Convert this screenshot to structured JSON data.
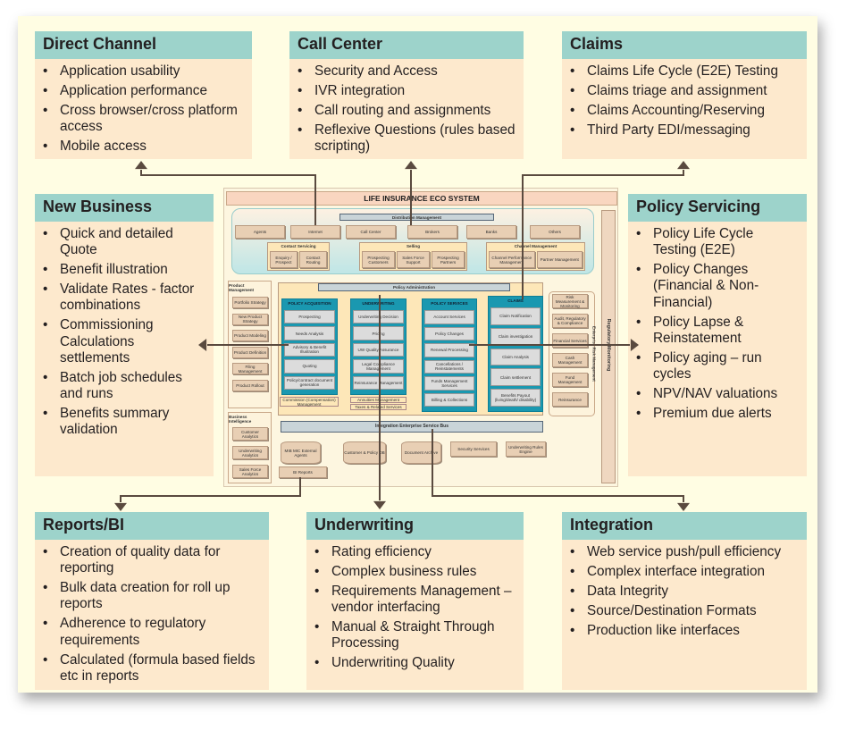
{
  "panels": {
    "direct_channel": {
      "title": "Direct Channel",
      "items": [
        "Application usability",
        "Application performance",
        "Cross browser/cross platform access",
        "Mobile access"
      ]
    },
    "call_center": {
      "title": "Call Center",
      "items": [
        "Security and Access",
        "IVR integration",
        "Call routing and assignments",
        "Reflexive Questions (rules based scripting)"
      ]
    },
    "claims": {
      "title": "Claims",
      "items": [
        "Claims Life Cycle (E2E) Testing",
        "Claims triage and assignment",
        "Claims Accounting/Reserving",
        "Third Party EDI/messaging"
      ]
    },
    "new_business": {
      "title": "New Business",
      "items": [
        "Quick and detailed Quote",
        "Benefit illustration",
        "Validate Rates - factor combinations",
        "Commissioning Calculations settlements",
        "Batch job schedules and runs",
        "Benefits summary validation"
      ]
    },
    "policy_servicing": {
      "title": "Policy Servicing",
      "items": [
        "Policy Life Cycle Testing (E2E)",
        "Policy Changes (Financial & Non-Financial)",
        "Policy Lapse & Reinstatement",
        "Policy aging – run cycles",
        "NPV/NAV valuations",
        "Premium due alerts"
      ]
    },
    "reports_bi": {
      "title": "Reports/BI",
      "items": [
        "Creation of quality data for reporting",
        "Bulk data creation for roll up reports",
        "Adherence to regulatory requirements",
        "Calculated (formula based fields etc in reports"
      ]
    },
    "underwriting": {
      "title": "Underwriting",
      "items": [
        "Rating efficiency",
        "Complex business rules",
        "Requirements Management – vendor interfacing",
        "Manual & Straight Through Processing",
        "Underwriting Quality"
      ]
    },
    "integration": {
      "title": "Integration",
      "items": [
        "Web service push/pull efficiency",
        "Complex interface integration",
        "Data Integrity",
        "Source/Destination Formats",
        "Production like interfaces"
      ]
    }
  },
  "eco": {
    "title": "LIFE INSURANCE ECO SYSTEM",
    "distribution": "Distribution Management",
    "channels": [
      "Agents",
      "Internet",
      "Call Center",
      "Brokers",
      "Banks",
      "Others"
    ],
    "contact_servicing": {
      "title": "Contact Servicing",
      "items": [
        "Enquiry / Prospect",
        "Contact Routing"
      ]
    },
    "selling": {
      "title": "Selling",
      "items": [
        "Prospecting Customers",
        "Sales Force Support",
        "Prospecting Partners"
      ]
    },
    "channel_mgmt": {
      "title": "Channel Management",
      "items": [
        "Channel Performance Management",
        "Partner Management"
      ]
    },
    "policy_admin": "Policy Administration",
    "product_mgmt": {
      "title": "Product Management",
      "items": [
        "Portfolio Strategy",
        "New Product Strategy",
        "Product Modeling",
        "Product Definition",
        "Filing Management",
        "Product Rollout"
      ]
    },
    "policy_acquisition": {
      "title": "POLICY ACQUISITION",
      "items": [
        "Prospecting",
        "Needs Analysis",
        "Advisory & Benefit Illustration",
        "Quoting",
        "Policy/contract document generation"
      ]
    },
    "underwriting": {
      "title": "UNDERWRITING",
      "items": [
        "Underwriting Decision",
        "Pricing",
        "UW Quality Assurance",
        "Legal Compliance Management",
        "Reinsurance Management"
      ]
    },
    "policy_services": {
      "title": "POLICY SERVICES",
      "items": [
        "Account Services",
        "Policy Changes",
        "Renewal Processing",
        "Cancellations / Reinstatements",
        "Funds Management Services",
        "Billing & Collections"
      ]
    },
    "claims": {
      "title": "CLAIMS",
      "items": [
        "Claim Notification",
        "Claim investigation",
        "Claim Analysis",
        "Claim settlement",
        "Benefits Payout (living/death/ disability)"
      ]
    },
    "under_acq": "Commission (Compensation) Management",
    "under_uw": [
      "Annuities Management",
      "Taxes & Related Services"
    ],
    "risk": [
      "Risk Measurement & Monitoring",
      "Audit, Regulatory & Compliance",
      "Financial Services",
      "Cash Management",
      "Fund Management",
      "Reinsurance"
    ],
    "enterprise_risk": "Enterprise Risk Management",
    "regulatory": "Regulatory Monitoring",
    "bi": {
      "title": "Business Intelligence",
      "items": [
        "Customer Analytics",
        "Underwriting Analytics",
        "Sales Force Analytics"
      ]
    },
    "esb": "Integration Enterprise Service Bus",
    "stores": [
      "MIB MIC External Agents",
      "Customer & Policy DB",
      "Document Archive",
      "Security Services",
      "Underwriting Rules Engine"
    ],
    "bi_reports": "BI Reports"
  },
  "colors": {
    "header": "#9dd3cb",
    "panel": "#fde9cd",
    "background": "#fffde3",
    "column": "#1a98b0",
    "arrow": "#5a4a3f"
  }
}
